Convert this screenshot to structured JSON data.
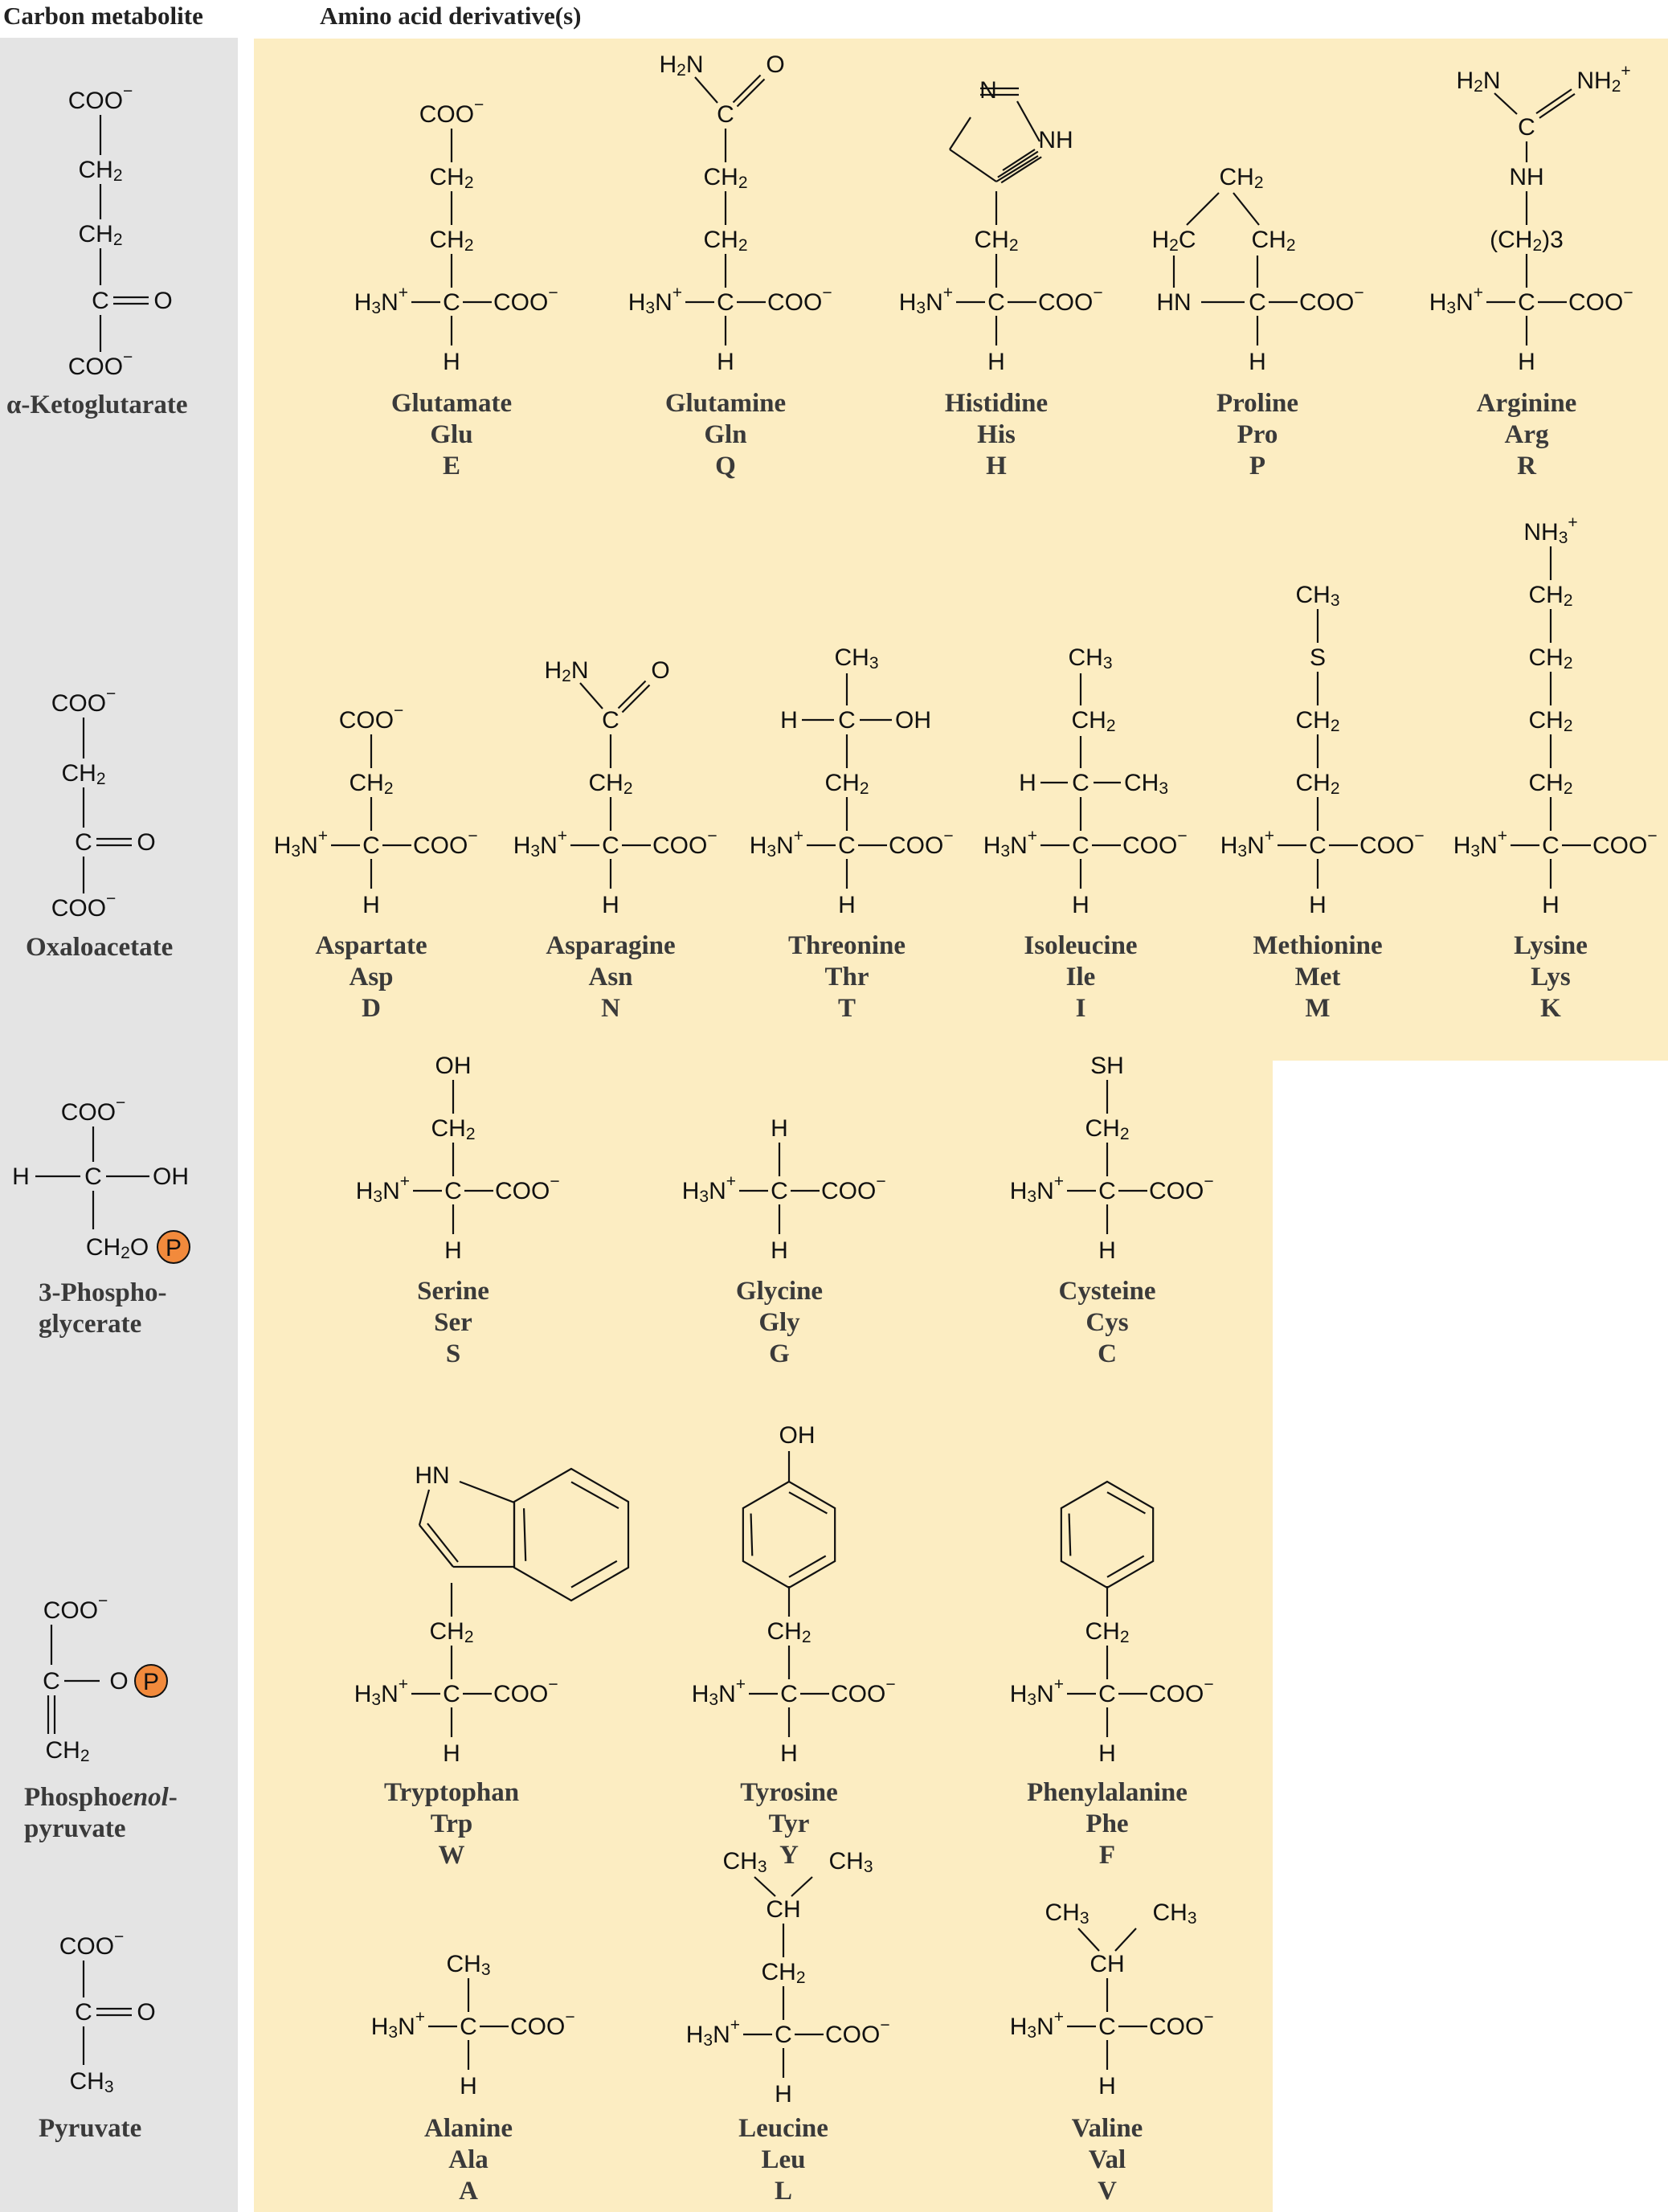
{
  "headers": {
    "carbon_metabolite": "Carbon metabolite",
    "amino_acid_derivatives": "Amino acid derivative(s)"
  },
  "precursors": [
    {
      "key": "akg",
      "lines": [
        "α-Ketoglutarate"
      ]
    },
    {
      "key": "oaa",
      "lines": [
        "Oxaloacetate"
      ]
    },
    {
      "key": "pg3",
      "lines": [
        "3-Phospho-",
        "glycerate"
      ]
    },
    {
      "key": "pep",
      "lines": [
        "Phospho",
        "enol",
        "-",
        "pyruvate"
      ]
    },
    {
      "key": "pyr",
      "lines": [
        "Pyruvate"
      ]
    }
  ],
  "amino_acids": [
    {
      "name": "Glutamate",
      "three": "Glu",
      "one": "E"
    },
    {
      "name": "Glutamine",
      "three": "Gln",
      "one": "Q"
    },
    {
      "name": "Histidine",
      "three": "His",
      "one": "H"
    },
    {
      "name": "Proline",
      "three": "Pro",
      "one": "P"
    },
    {
      "name": "Arginine",
      "three": "Arg",
      "one": "R"
    },
    {
      "name": "Aspartate",
      "three": "Asp",
      "one": "D"
    },
    {
      "name": "Asparagine",
      "three": "Asn",
      "one": "N"
    },
    {
      "name": "Threonine",
      "three": "Thr",
      "one": "T"
    },
    {
      "name": "Isoleucine",
      "three": "Ile",
      "one": "I"
    },
    {
      "name": "Methionine",
      "three": "Met",
      "one": "M"
    },
    {
      "name": "Lysine",
      "three": "Lys",
      "one": "K"
    },
    {
      "name": "Serine",
      "three": "Ser",
      "one": "S"
    },
    {
      "name": "Glycine",
      "three": "Gly",
      "one": "G"
    },
    {
      "name": "Cysteine",
      "three": "Cys",
      "one": "C"
    },
    {
      "name": "Tryptophan",
      "three": "Trp",
      "one": "W"
    },
    {
      "name": "Tyrosine",
      "three": "Tyr",
      "one": "Y"
    },
    {
      "name": "Phenylalanine",
      "three": "Phe",
      "one": "F"
    },
    {
      "name": "Alanine",
      "three": "Ala",
      "one": "A"
    },
    {
      "name": "Leucine",
      "three": "Leu",
      "one": "L"
    },
    {
      "name": "Valine",
      "three": "Val",
      "one": "V"
    }
  ],
  "atoms": {
    "carboxylate": "COO",
    "minus": "−",
    "plus": "+",
    "ammonium": "H3N",
    "carbon": "C",
    "hydrogen": "H",
    "oxygen": "O",
    "nitrogen": "N",
    "imine": "NH",
    "imine_bracket": "HN",
    "amine": "H2N",
    "iminium": "NH2",
    "ammonium_side": "NH3",
    "methylene": "CH2",
    "methyl": "CH3",
    "methine": "CH",
    "hydroxyl": "OH",
    "thiol": "SH",
    "sulfur": "S",
    "propylene": "(CH2)3",
    "ester_methylene": "CH2O",
    "phosphate": "P",
    "methylene_ring": "H2C"
  },
  "colors": {
    "left_panel": "#e4e4e4",
    "main_panel": "#fcedc2",
    "phosphate": "#f28a3c",
    "ink": "#111111"
  }
}
